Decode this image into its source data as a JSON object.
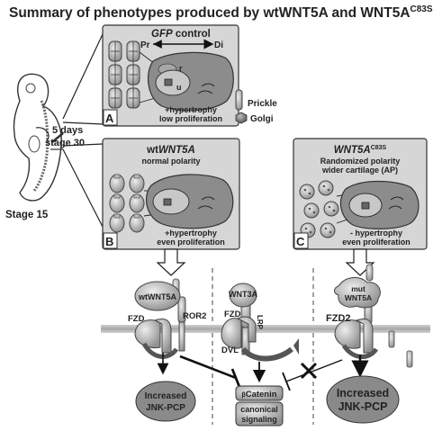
{
  "title": "Summary of phenotypes produced by wtWNT5A and WNT5A",
  "title_sup": "C83S",
  "left": {
    "stage_top": "5 days",
    "stage_mid": "stage 30",
    "stage_bottom": "Stage 15"
  },
  "panel_a": {
    "letter": "A",
    "name_italic": "GFP",
    "name_rest": " control",
    "pr": "Pr",
    "di": "Di",
    "r_label": "r",
    "u_label": "u",
    "line1": "+hypertrophy",
    "line2": "low proliferation"
  },
  "legend": {
    "prickle": "Prickle",
    "golgi": "Golgi"
  },
  "panel_b": {
    "letter": "B",
    "name_prefix": "wt",
    "name_italic": "WNT5A",
    "subtitle": "normal polarity",
    "line1": "+hypertrophy",
    "line2": "even proliferation"
  },
  "panel_c": {
    "letter": "C",
    "name_italic": "WNT5A",
    "name_sup": "C83S",
    "subtitle1": "Randomized polarity",
    "subtitle2": "wider cartilage (AP)",
    "line1": "- hypertrophy",
    "line2": "even proliferation"
  },
  "signaling": {
    "left_ligand": "wtWNT5A",
    "fzd_left": "FZD",
    "ror2": "ROR2",
    "mid_ligand": "WNT3A",
    "fzd_mid": "FZD",
    "lrp": "LRP",
    "dvl": "DVL",
    "right_ligand1": "mut",
    "right_ligand2": "WNT5A",
    "fzd2": "FZD2",
    "out_left1": "Increased",
    "out_left2": "JNK-PCP",
    "catenin_beta": "β",
    "catenin": "Catenin",
    "canonical1": "canonical",
    "canonical2": "signaling",
    "out_right1": "Increased",
    "out_right2": "JNK-PCP"
  },
  "colors": {
    "panel_bg": "#d6d6d6",
    "organ": "#8c8c8c",
    "ligand": "#bdbdbd",
    "membrane": "#b3b3b3",
    "outcome": "#8a8a8a"
  }
}
